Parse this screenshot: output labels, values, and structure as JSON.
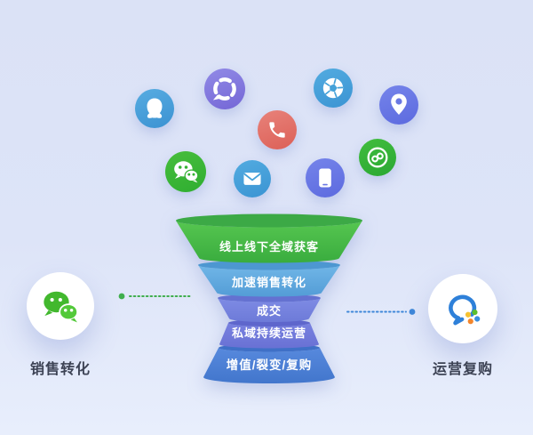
{
  "scene": {
    "background_top": "#dbe2f6",
    "background_bottom": "#e8eefc"
  },
  "channel_icons": [
    {
      "name": "qq-icon",
      "color": "#459fd8"
    },
    {
      "name": "community-chat-icon",
      "color": "#8379dd"
    },
    {
      "name": "phone-call-icon",
      "color": "#e3706a"
    },
    {
      "name": "sports-ball-icon",
      "color": "#45a2d9"
    },
    {
      "name": "location-pin-icon",
      "color": "#6a78e3"
    },
    {
      "name": "infinity-link-icon",
      "color": "#38b438"
    },
    {
      "name": "wechat-icon",
      "color": "#3eb735"
    },
    {
      "name": "mail-icon",
      "color": "#45a2d9"
    },
    {
      "name": "mobile-phone-icon",
      "color": "#6a78e3"
    }
  ],
  "funnel": {
    "layers": [
      {
        "label": "线上线下全域获客",
        "color": "#47bb49"
      },
      {
        "label": "加速销售转化",
        "color": "#60a9de"
      },
      {
        "label": "成交",
        "color": "#7380dd"
      },
      {
        "label": "私域持续运营",
        "color": "#6f78d9"
      },
      {
        "label": "增值/裂变/复购",
        "color": "#4c82d4"
      }
    ]
  },
  "left_endpoint": {
    "label": "销售转化",
    "icon": "wechat-logo",
    "connector_color": "#3fae4d"
  },
  "right_endpoint": {
    "label": "运营复购",
    "icon": "wecom-logo",
    "connector_color": "#3e87d9"
  }
}
